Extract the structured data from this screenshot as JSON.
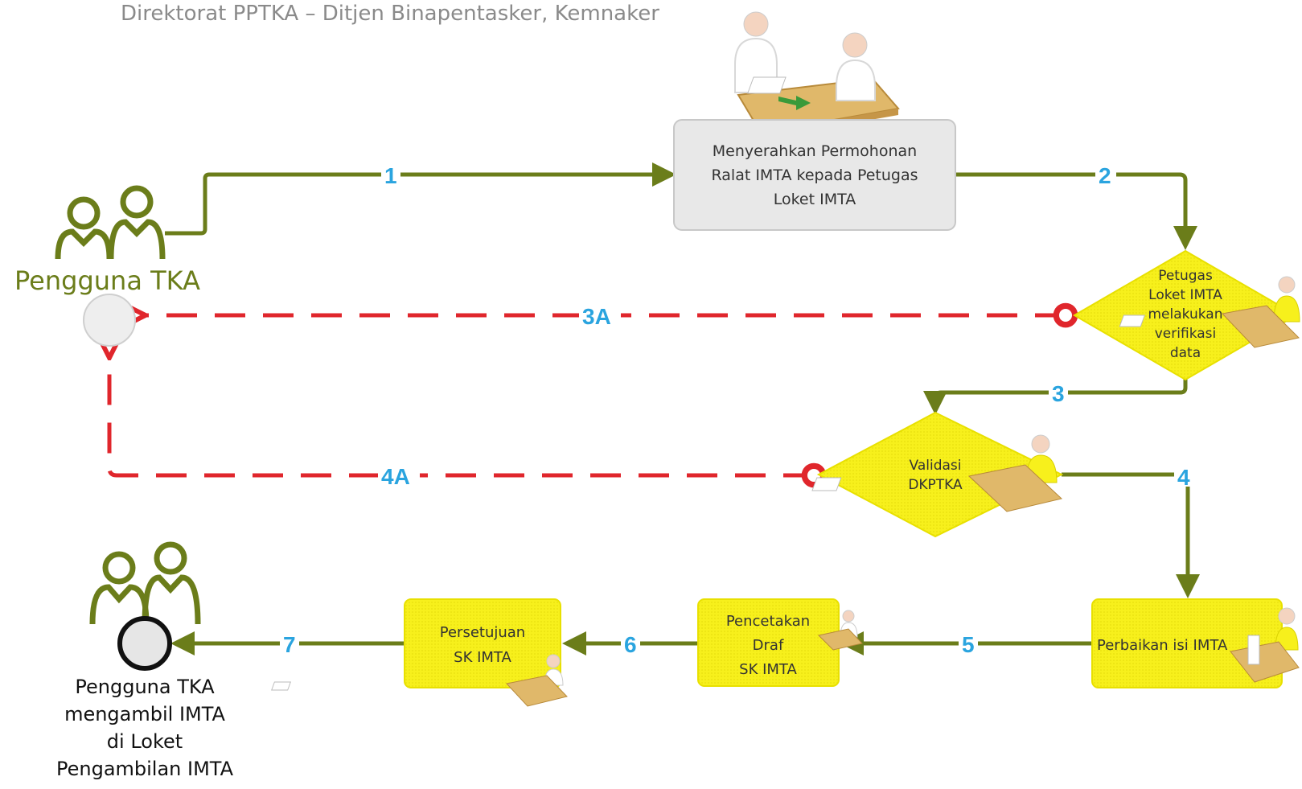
{
  "header": {
    "title": "Direktorat PPTKA – Ditjen Binapentasker, Kemnaker"
  },
  "actors": {
    "start_label": "Pengguna TKA",
    "end_caption": [
      "Pengguna TKA",
      "mengambil IMTA",
      "di Loket",
      "Pengambilan IMTA"
    ]
  },
  "steps": {
    "submit": [
      "Menyerahkan Permohonan",
      "Ralat IMTA kepada Petugas",
      "Loket IMTA"
    ],
    "verify": [
      "Petugas",
      "Loket IMTA",
      "melakukan",
      "verifikasi",
      "data"
    ],
    "validate": [
      "Validasi",
      "DKPTKA"
    ],
    "fix": [
      "Perbaikan isi IMTA"
    ],
    "print": [
      "Pencetakan",
      "Draf",
      "SK IMTA"
    ],
    "approve": [
      "Persetujuan",
      "SK IMTA"
    ]
  },
  "flow_numbers": {
    "n1": "1",
    "n2": "2",
    "n3": "3",
    "n3a": "3A",
    "n4": "4",
    "n4a": "4A",
    "n5": "5",
    "n6": "6",
    "n7": "7"
  },
  "colors": {
    "flow": "#6b7d1a",
    "reject": "#e0262c",
    "number": "#2aa4df",
    "yellow": "#f7f01c",
    "gray_box": "#e8e8e8"
  },
  "icons": [
    "people-group-icon",
    "desk-meeting-icon",
    "desk-worker-icon",
    "start-event-icon",
    "end-event-icon"
  ]
}
